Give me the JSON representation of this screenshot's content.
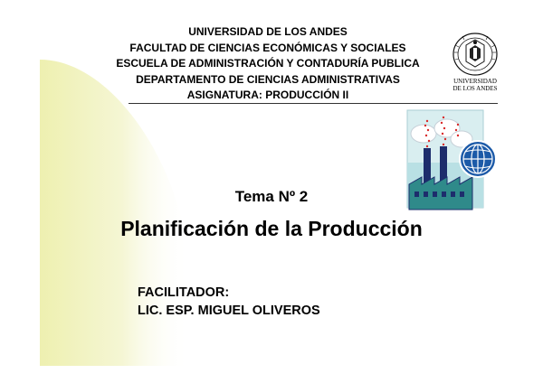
{
  "header": {
    "lines": [
      "UNIVERSIDAD DE LOS ANDES",
      "FACULTAD DE CIENCIAS ECONÓMICAS Y SOCIALES",
      "ESCUELA DE ADMINISTRACIÓN Y CONTADURÍA PUBLICA",
      "DEPARTAMENTO DE CIENCIAS ADMINISTRATIVAS",
      "ASIGNATURA: PRODUCCIÓN II"
    ]
  },
  "logo": {
    "icon": "university-seal-icon",
    "caption_lines": [
      "UNIVERSIDAD",
      "DE LOS ANDES"
    ]
  },
  "illustration": {
    "icon": "factory-globe-icon"
  },
  "topic": {
    "label": "Tema Nº 2",
    "title": "Planificación de la Producción"
  },
  "facilitator": {
    "label": "FACILITADOR:",
    "name": "LIC. ESP. MIGUEL OLIVEROS"
  },
  "colors": {
    "accent_yellow": "#f1f2bf",
    "factory_teal": "#2f8a8a",
    "factory_dark": "#1d2d6c",
    "globe_blue": "#1c5aa8",
    "smoke_red": "#d92b2b"
  }
}
